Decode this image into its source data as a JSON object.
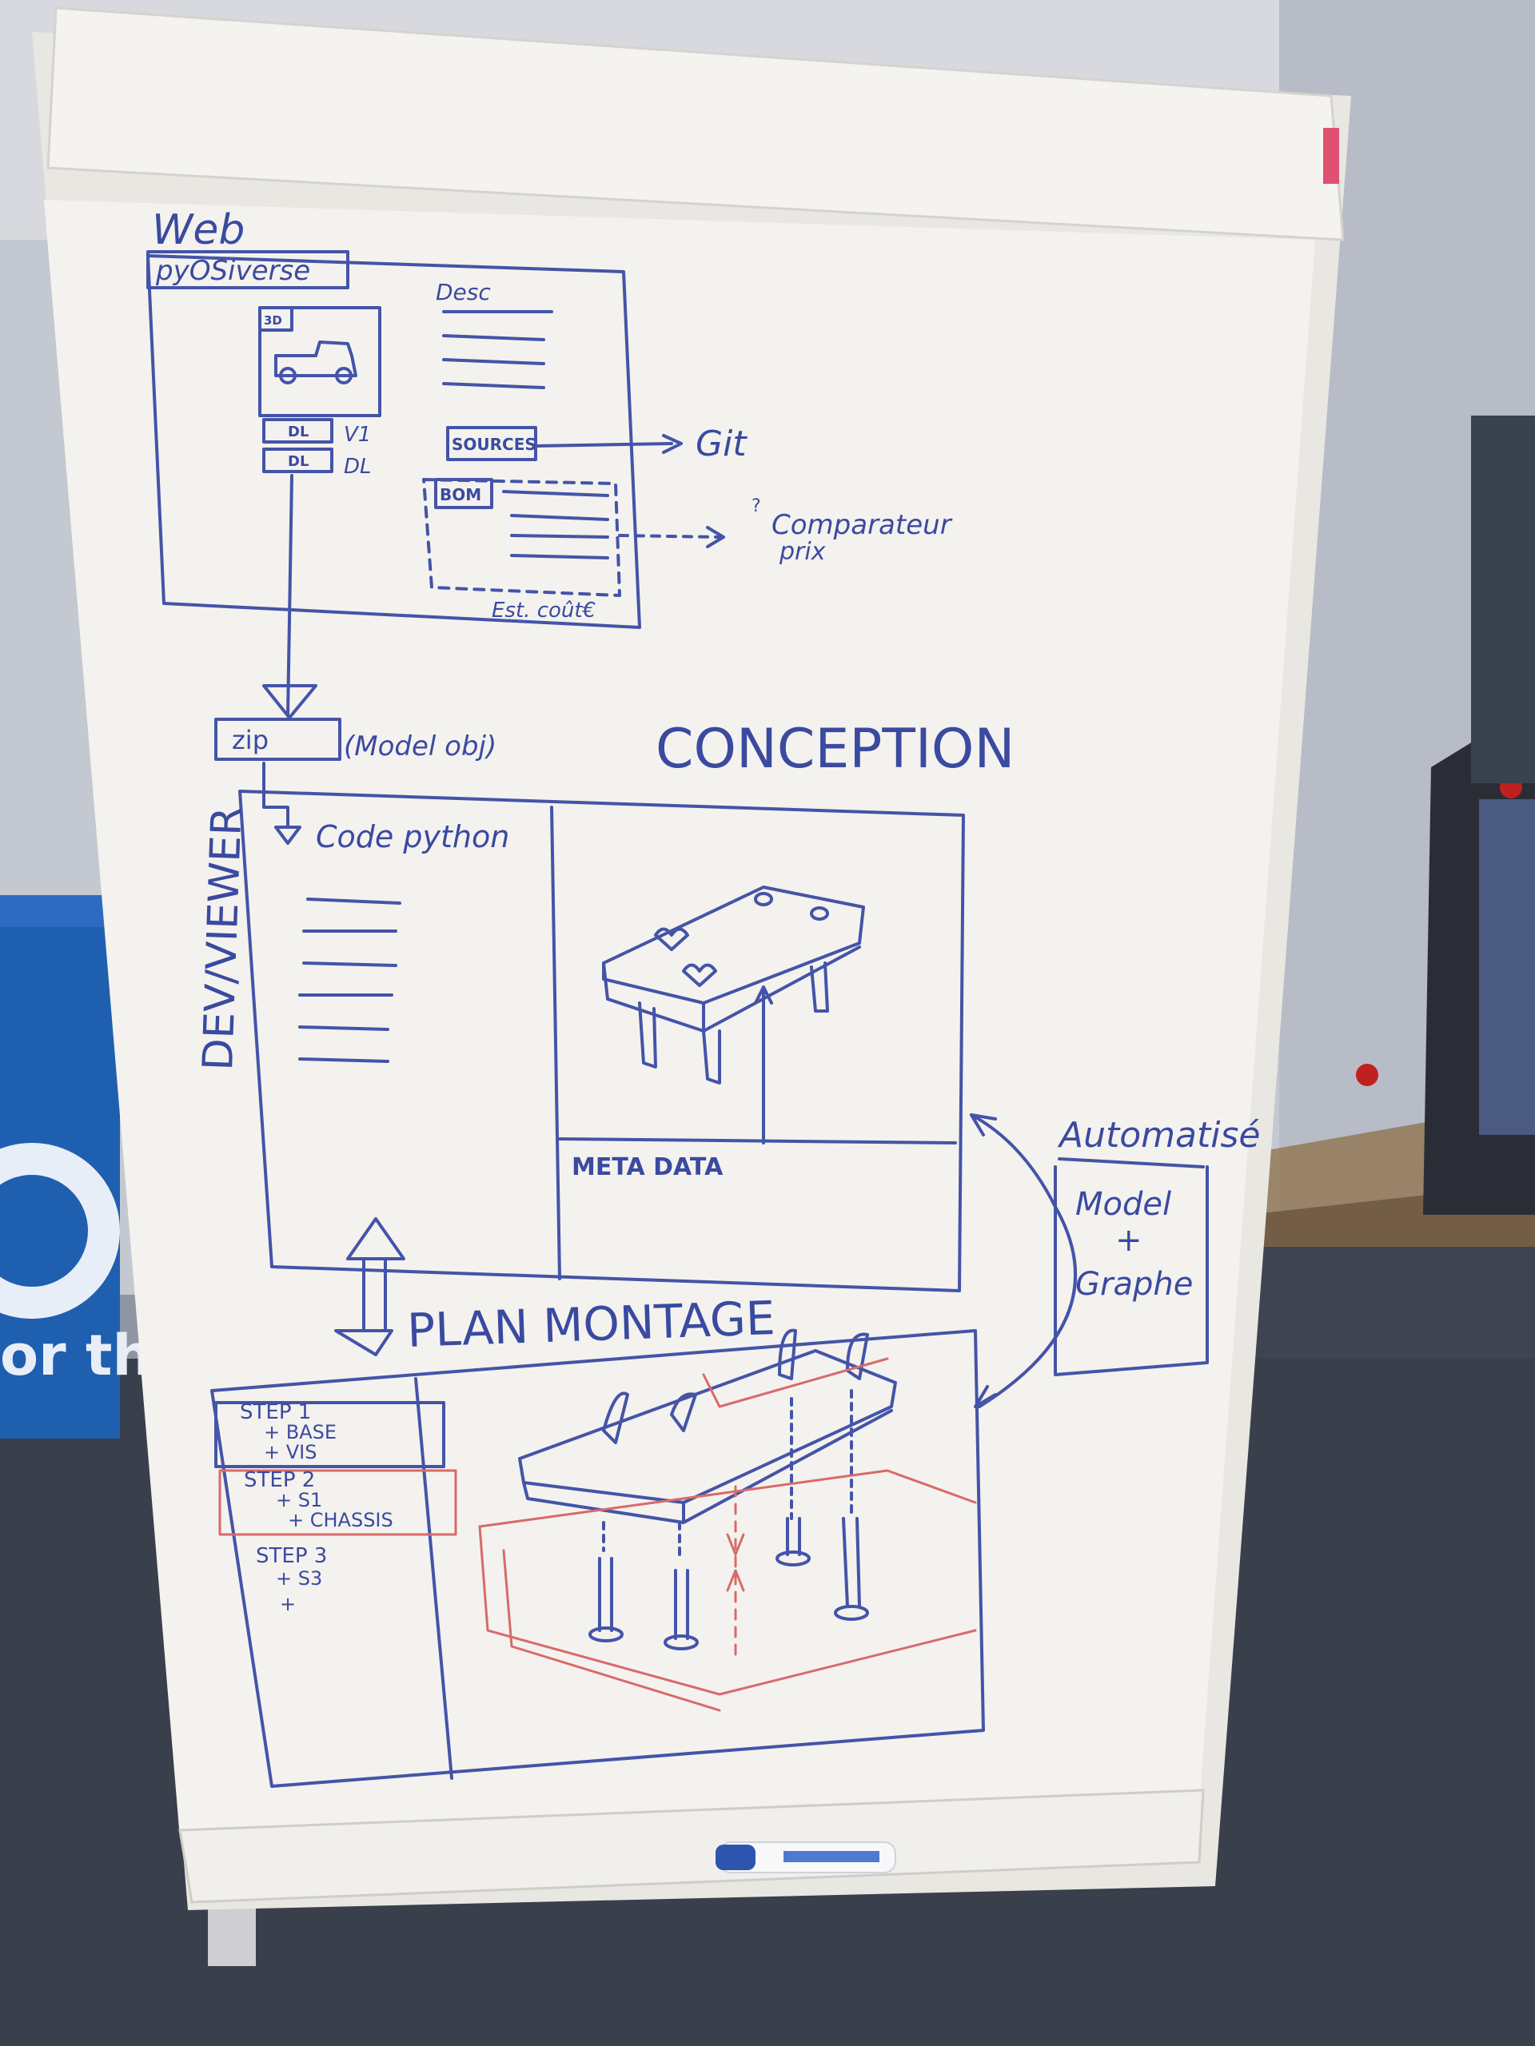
{
  "colors": {
    "wall": "#c9ccd4",
    "floor": "#3a3f4c",
    "paper": "#f3f1ec",
    "blue_ink": "#3a4aa0",
    "red_ink": "#d86a6a"
  },
  "web_section": {
    "title": "Web",
    "site_name": "pyOSiverse",
    "thumb_tag": "3D",
    "dl_v1": "DL",
    "dl_v1_version": "V1",
    "dl_v2": "DL",
    "dl_v2_version": "DL",
    "desc_label": "Desc",
    "sources_label": "SOURCES",
    "git_label": "Git",
    "bom_label": "BOM",
    "compare_q": "?",
    "compare_line1": "Comparateur",
    "compare_line2": "prix",
    "cost_label": "Est. coût€"
  },
  "zip_section": {
    "zip_label": "zip",
    "zip_note": "(Model obj)"
  },
  "dev_section": {
    "heading": "CONCEPTION",
    "side_label": "DEV/VIEWER",
    "code_label": "Code python",
    "meta_label": "META DATA"
  },
  "automation": {
    "title": "Automatisé",
    "line1": "Model",
    "plus": "+",
    "line2": "Graphe"
  },
  "plan_section": {
    "heading": "PLAN MONTAGE",
    "steps": [
      {
        "title": "STEP 1",
        "items": [
          "+ BASE",
          "+ VIS"
        ]
      },
      {
        "title": "STEP 2",
        "items": [
          "+ S1",
          "+ CHASSIS"
        ]
      },
      {
        "title": "STEP 3",
        "items": [
          "+ S3",
          "+"
        ]
      }
    ]
  },
  "background_banner": "or th"
}
